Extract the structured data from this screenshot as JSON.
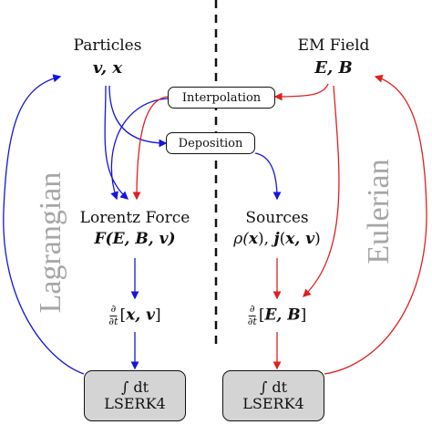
{
  "colors": {
    "red": "#e02020",
    "blue": "#1515dd",
    "box_fill": "#d4d4d4",
    "side_label": "#a6a6a6"
  },
  "particles": {
    "title": "Particles",
    "vars": "v, x"
  },
  "em_field": {
    "title": "EM Field",
    "vars": "E, B"
  },
  "interpolation": {
    "label": "Interpolation"
  },
  "deposition": {
    "label": "Deposition"
  },
  "lorentz": {
    "title": "Lorentz Force",
    "f": "F",
    "args": "(E, B, v)"
  },
  "sources": {
    "title": "Sources",
    "rho": "ρ(",
    "rho_x": "x",
    "mid": "), ",
    "j": "j",
    "args_open": "(",
    "args": "x, v",
    "args_close": ")"
  },
  "deriv_left": {
    "num": "∂",
    "den": "∂t",
    "vars": "x, v"
  },
  "deriv_right": {
    "num": "∂",
    "den": "∂t",
    "vars": "E, B"
  },
  "solver_left": {
    "integral": "∫ dt",
    "name": "LSERK4"
  },
  "solver_right": {
    "integral": "∫ dt",
    "name": "LSERK4"
  },
  "side_labels": {
    "left": "Lagrangian",
    "right": "Eulerian"
  },
  "icons": [
    "arrowhead"
  ]
}
